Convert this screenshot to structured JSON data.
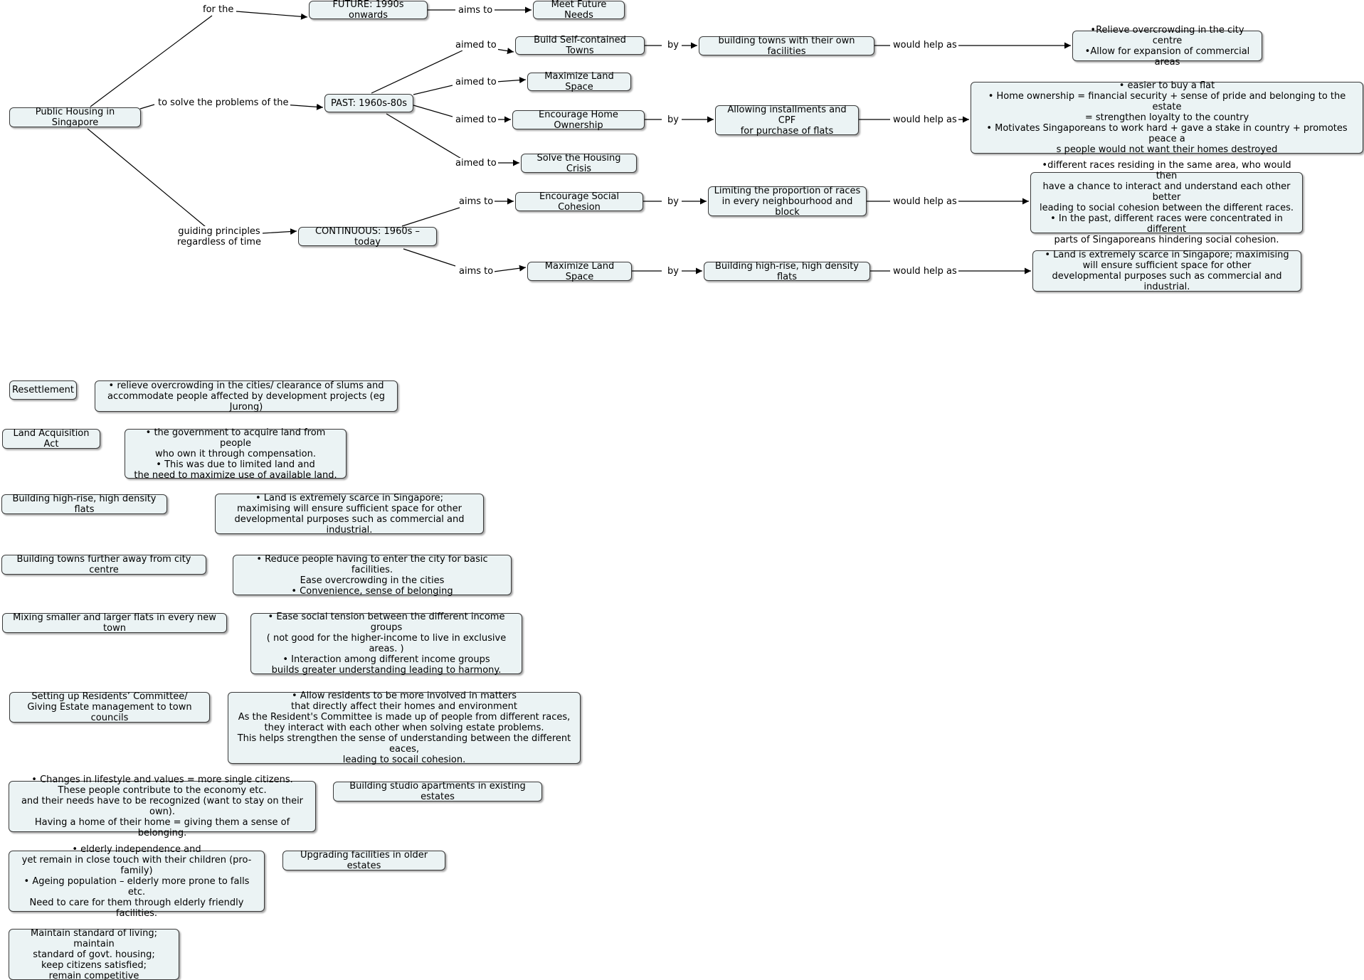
{
  "colors": {
    "node_fill": "#ebf3f4",
    "node_border": "#3a3a3a",
    "line": "#000000",
    "background": "#ffffff"
  },
  "nodes": {
    "root": "Public Housing in Singapore",
    "future": "FUTURE: 1990s onwards",
    "past": "PAST: 1960s-80s",
    "continuous": "CONTINUOUS: 1960s – today",
    "meet_future": "Meet Future Needs",
    "build_towns": "Build Self-contained Towns",
    "maximize_past": "Maximize Land Space",
    "encourage_home": "Encourage Home Ownership",
    "solve_crisis": "Solve the Housing Crisis",
    "encourage_social": "Encourage Social Cohesion",
    "maximize_cont": "Maximize Land Space",
    "towns_facilities": "building towns with their own facilities",
    "installments": "Allowing installments and CPF\nfor purchase of flats",
    "limiting": "Limiting the proportion of races\nin every neighbourhood and block",
    "highrise": "Building high-rise, high density flats",
    "result_overcrowd": "•Relieve overcrowding in the city centre\n•Allow for expansion of commercial areas",
    "result_home": "•    easier to buy a flat\n•    Home ownership = financial security + sense of pride and belonging to the estate\n= strengthen loyalty to the country\n•    Motivates Singaporeans to work hard + gave a stake in country + promotes peace a\ns people would not want their homes destroyed",
    "result_races": "•different races residing in the same area, who would then\nhave a chance to interact and understand each other better\nleading to social cohesion between the different races.\n• In the past, different races were concentrated in different\nparts of Singaporeans hindering social cohesion.",
    "result_land": "•    Land is extremely scarce in Singapore; maximising\nwill ensure sufficient space  for other\ndevelopmental purposes such as commercial and industrial.",
    "resettlement": "Resettlement",
    "resettlement_desc": "• relieve overcrowding in the cities/ clearance of slums and\naccommodate people affected by development projects (eg Jurong)",
    "land_acq": "Land Acquisition Act",
    "land_acq_desc": "•    the government to acquire land from people\nwho own it through compensation.\n•    This was due to limited land and\nthe need to maximize use of available land.",
    "highrise_b": "Building high-rise, high density flats",
    "highrise_b_desc": "•    Land is extremely scarce in Singapore;\nmaximising will ensure sufficient space  for other\ndevelopmental purposes such as commercial and industrial.",
    "towns_away": "Building towns further away from city centre",
    "towns_away_desc": "•    Reduce people having to enter the city for basic facilities.\nEase overcrowding in the cities\n•    Convenience, sense of belonging",
    "mixing": "Mixing smaller and larger flats in every new town",
    "mixing_desc": "•    Ease social tension between the different income groups\n( not good for the higher-income to live in exclusive areas. )\n•    Interaction among different income groups\nbuilds greater understanding leading to harmony.",
    "residents": "Setting up Residents’ Committee/\nGiving Estate management to town councils",
    "residents_desc": "•    Allow residents to be more involved in matters\nthat directly affect their homes and environment\nAs the Resident's Committee is made up of people from different races,\nthey interact with each other when solving estate problems.\nThis helps strengthen the sense of understanding between the different eaces,\nleading to socail cohesion.",
    "lifestyle_desc": "•    Changes in lifestyle and values = more single citizens.\nThese people contribute to the economy etc.\nand their needs have to be recognized (want to stay on their own).\nHaving a home of their home = giving them a sense of belonging.",
    "studio": "Building studio apartments in existing estates",
    "elderly_desc": "•    elderly independence and\nyet remain in close touch with their children (pro-family)\n•    Ageing population – elderly more prone to falls etc.\nNeed to care for them through elderly friendly facilities.",
    "upgrading": "Upgrading facilities in older estates",
    "maintain_desc": "Maintain standard of living; maintain\nstandard of govt. housing;\nkeep citizens satisfied;\nremain competitive"
  },
  "labels": {
    "for_the": "for the",
    "to_solve": "to solve the problems of the",
    "guiding": "guiding principles\nregardless of time",
    "aims_to_future": "aims to",
    "aimed_to_1": "aimed to",
    "aimed_to_2": "aimed to",
    "aimed_to_3": "aimed to",
    "aimed_to_4": "aimed to",
    "aims_to_1": "aims to",
    "aims_to_2": "aims to",
    "by_1": "by",
    "by_2": "by",
    "by_3": "by",
    "by_4": "by",
    "would_help_1": "would help as",
    "would_help_2": "would help as",
    "would_help_3": "would help as",
    "would_help_4": "would help as"
  }
}
